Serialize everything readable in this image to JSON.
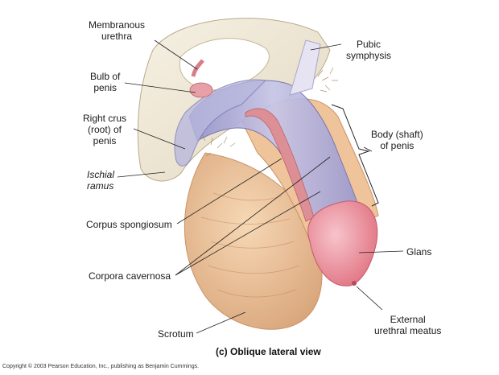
{
  "labels": {
    "membranous_urethra": "Membranous\nurethra",
    "pubic_symphysis": "Pubic\nsymphysis",
    "bulb_of_penis": "Bulb of\npenis",
    "right_crus": "Right crus\n(root) of\npenis",
    "body_shaft": "Body (shaft)\nof penis",
    "ischial_ramus": "Ischial\nramus",
    "corpus_spongiosum": "Corpus spongiosum",
    "glans": "Glans",
    "corpora_cavernosa": "Corpora cavernosa",
    "external_urethral_meatus": "External\nurethral meatus",
    "scrotum": "Scrotum"
  },
  "caption": "(c) Oblique lateral view",
  "copyright": "Copyright © 2003 Pearson Education, Inc., publishing as Benjamin Cummings.",
  "colors": {
    "skin": "#f0c9a0",
    "skin_shadow": "#d9a57a",
    "bone": "#f1ead9",
    "cavernosa": "#a7a6d6",
    "spongiosum": "#dd8f96",
    "glans": "#ef9aa6",
    "leader": "#222222"
  }
}
